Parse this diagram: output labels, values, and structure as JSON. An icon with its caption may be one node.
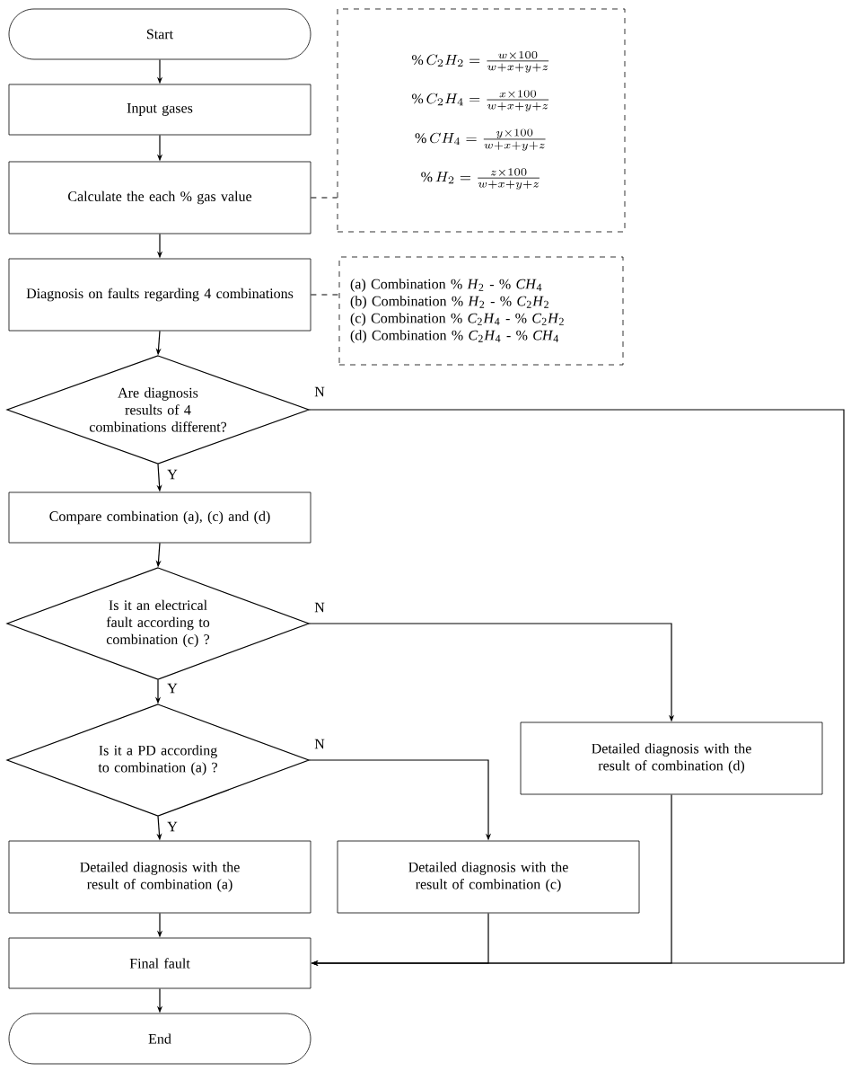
{
  "diagram": {
    "nodes": [
      {
        "text": [
          "Start"
        ]
      },
      {
        "text": [
          "Input gases"
        ]
      },
      {
        "text": [
          "Calculate the each % gas value"
        ]
      },
      {
        "text": [
          "Diagnosis on faults regarding 4 combinations"
        ]
      },
      {
        "text": [
          "Are diagnosis results of 4 combinations different?"
        ]
      },
      {
        "text": [
          "Compare combination (a), (c) and (d)"
        ]
      },
      {
        "text": [
          "Is it an electrical fault according to combination (c) ?"
        ]
      },
      {
        "text": [
          "Is it a PD according to combination (a) ?"
        ]
      },
      {
        "text": [
          "Detailed diagnosis with the result of combination (a)"
        ]
      },
      {
        "text": [
          "Detailed diagnosis with the result of combination (c)"
        ]
      },
      {
        "text": [
          "Detailed diagnosis with the result of combination (d)"
        ]
      },
      {
        "text": [
          "Final fault"
        ]
      },
      {
        "text": [
          "End"
        ]
      },
      {
        "text": [
          "\\%\\, C_2H_2 = \\frac{w \\times 100}{w+x+y+z}",
          "\\%\\, C_2H_4 = \\frac{x \\times 100}{w+x+y+z}",
          "\\%\\, CH_4 = \\frac{y \\times 100}{w+x+y+z}",
          "\\%\\, H_2 = \\frac{z \\times 100}{w+x+y+z}"
        ]
      },
      {
        "text": [
          "(a) Combination % *H*$_{2}$ - % *CH*$_{4}$",
          "(b) Combination % *H*$_{2}$ - % *C*$_{2}$*H*$_{2}$",
          "(c) Combination % *C*$_{2}$*H*$_{4}$ - % *C*$_{2}$*H*$_{2}$",
          "(d) Combination % *C*$_{2}$*H*$_{4}$ - % *CH*$_{4}$"
        ]
      }
    ],
    "edges": [
      {
        "from": 0,
        "to": 1,
        "arrow": "to"
      },
      {
        "from": 1,
        "to": 2,
        "arrow": "to"
      },
      {
        "from": 2,
        "to": 3,
        "arrow": "to"
      },
      {
        "from": 3,
        "to": 4,
        "arrow": "to"
      },
      {
        "from": 4,
        "to": 5,
        "arrow": "to",
        "label": "Y"
      },
      {
        "from": 4,
        "to": 11,
        "arrow": "to",
        "label": "N"
      },
      {
        "from": 5,
        "to": 6,
        "arrow": "to"
      },
      {
        "from": 6,
        "to": 7,
        "arrow": "to",
        "label": "Y"
      },
      {
        "from": 6,
        "to": 10,
        "arrow": "to",
        "label": "N"
      },
      {
        "from": 7,
        "to": 8,
        "arrow": "to",
        "label": "Y"
      },
      {
        "from": 7,
        "to": 9,
        "arrow": "to",
        "label": "N"
      },
      {
        "from": 8,
        "to": 11,
        "arrow": "to"
      },
      {
        "from": 9,
        "to": 11,
        "arrow": "to"
      },
      {
        "from": 10,
        "to": 11,
        "arrow": "to"
      },
      {
        "from": 11,
        "to": 12,
        "arrow": "to"
      },
      {
        "from": 2,
        "to": 13,
        "arrow": "none",
        "style": "dashed"
      },
      {
        "from": 3,
        "to": 14,
        "arrow": "none",
        "style": "dashed"
      }
    ]
  }
}
